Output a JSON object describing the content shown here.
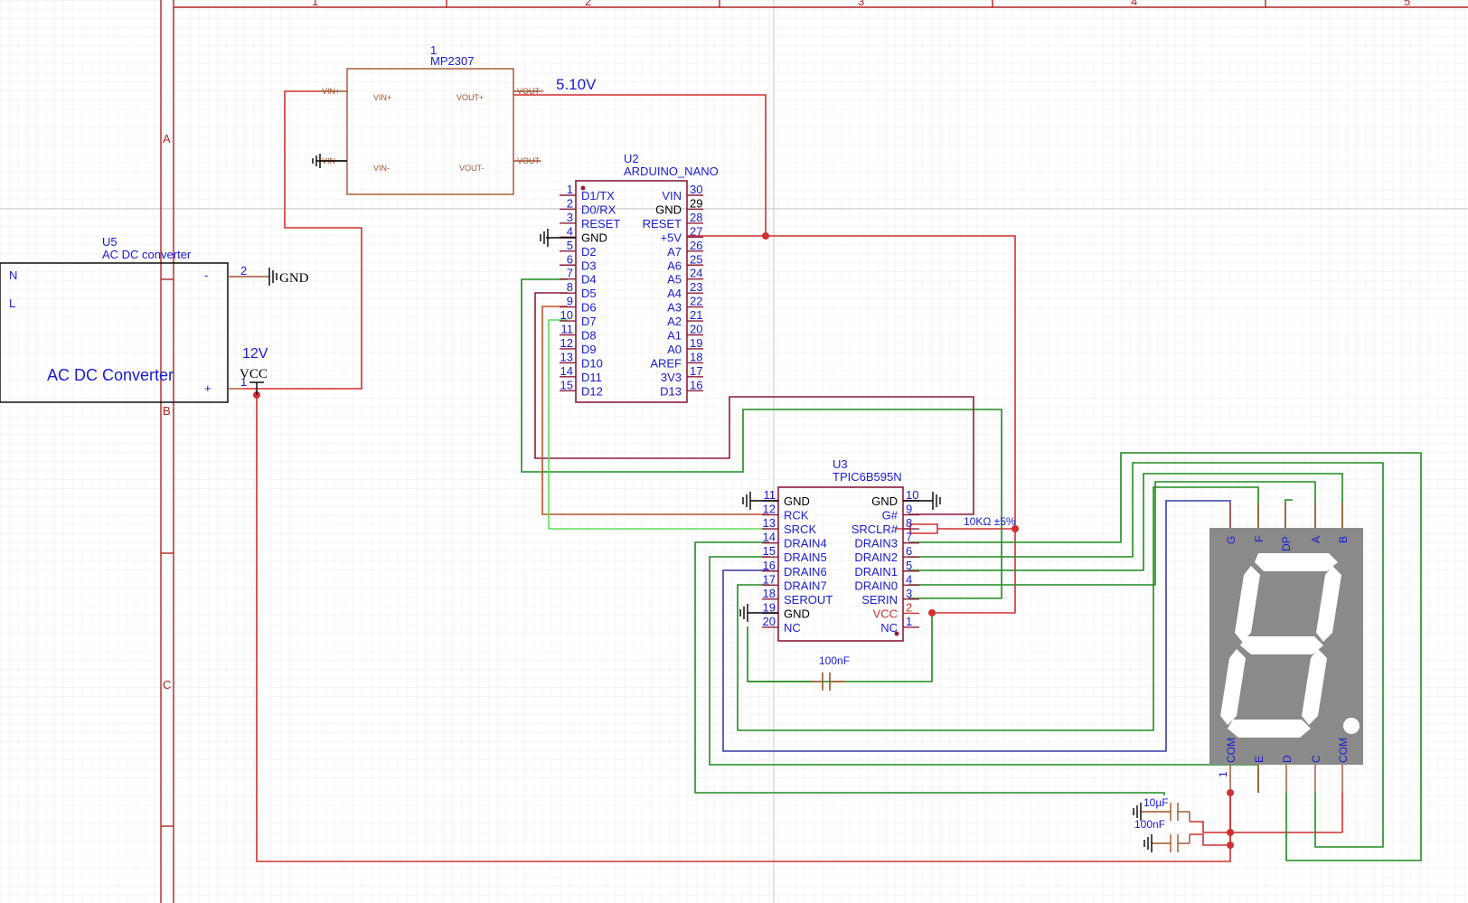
{
  "frame": {
    "columns": [
      "1",
      "2",
      "3",
      "4",
      "5"
    ],
    "rows": [
      "A",
      "B",
      "C"
    ]
  },
  "regulator": {
    "ref": "1",
    "part": "MP2307",
    "pins": {
      "vin_plus_outer": "VIN+",
      "vin_plus_inner": "VIN+",
      "vout_plus_inner": "VOUT+",
      "vout_plus_outer": "VOUT+",
      "vin_minus_outer": "VIN-",
      "vin_minus_inner": "VIN-",
      "vout_minus_inner": "VOUT-",
      "vout_minus_outer": "VOUT-"
    },
    "output_net": "5.10V"
  },
  "converter": {
    "ref": "U5",
    "part": "AC DC converter",
    "label": "AC DC Converter",
    "left_pins": [
      "N",
      "L"
    ],
    "pin_minus_num": "2",
    "pin_minus_sign": "-",
    "pin_plus_num": "1",
    "pin_plus_sign": "+",
    "gnd_label": "GND",
    "supply_net": "12V",
    "vcc_label": "VCC"
  },
  "arduino": {
    "ref": "U2",
    "part": "ARDUINO_NANO",
    "left_pins": [
      {
        "num": "1",
        "name": "D1/TX"
      },
      {
        "num": "2",
        "name": "D0/RX"
      },
      {
        "num": "3",
        "name": "RESET"
      },
      {
        "num": "4",
        "name": "GND"
      },
      {
        "num": "5",
        "name": "D2"
      },
      {
        "num": "6",
        "name": "D3"
      },
      {
        "num": "7",
        "name": "D4"
      },
      {
        "num": "8",
        "name": "D5"
      },
      {
        "num": "9",
        "name": "D6"
      },
      {
        "num": "10",
        "name": "D7"
      },
      {
        "num": "11",
        "name": "D8"
      },
      {
        "num": "12",
        "name": "D9"
      },
      {
        "num": "13",
        "name": "D10"
      },
      {
        "num": "14",
        "name": "D11"
      },
      {
        "num": "15",
        "name": "D12"
      }
    ],
    "right_pins": [
      {
        "num": "30",
        "name": "VIN"
      },
      {
        "num": "29",
        "name": "GND"
      },
      {
        "num": "28",
        "name": "RESET"
      },
      {
        "num": "27",
        "name": "+5V"
      },
      {
        "num": "26",
        "name": "A7"
      },
      {
        "num": "25",
        "name": "A6"
      },
      {
        "num": "24",
        "name": "A5"
      },
      {
        "num": "23",
        "name": "A4"
      },
      {
        "num": "22",
        "name": "A3"
      },
      {
        "num": "21",
        "name": "A2"
      },
      {
        "num": "20",
        "name": "A1"
      },
      {
        "num": "19",
        "name": "A0"
      },
      {
        "num": "18",
        "name": "AREF"
      },
      {
        "num": "17",
        "name": "3V3"
      },
      {
        "num": "16",
        "name": "D13"
      }
    ]
  },
  "shift_register": {
    "ref": "U3",
    "part": "TPIC6B595N",
    "left_pins": [
      {
        "num": "11",
        "name": "GND"
      },
      {
        "num": "12",
        "name": "RCK"
      },
      {
        "num": "13",
        "name": "SRCK"
      },
      {
        "num": "14",
        "name": "DRAIN4"
      },
      {
        "num": "15",
        "name": "DRAIN5"
      },
      {
        "num": "16",
        "name": "DRAIN6"
      },
      {
        "num": "17",
        "name": "DRAIN7"
      },
      {
        "num": "18",
        "name": "SEROUT"
      },
      {
        "num": "19",
        "name": "GND"
      },
      {
        "num": "20",
        "name": "NC"
      }
    ],
    "right_pins": [
      {
        "num": "10",
        "name": "GND"
      },
      {
        "num": "9",
        "name": "G#"
      },
      {
        "num": "8",
        "name": "SRCLR#"
      },
      {
        "num": "7",
        "name": "DRAIN3"
      },
      {
        "num": "6",
        "name": "DRAIN2"
      },
      {
        "num": "5",
        "name": "DRAIN1"
      },
      {
        "num": "4",
        "name": "DRAIN0"
      },
      {
        "num": "3",
        "name": "SERIN"
      },
      {
        "num": "2",
        "name": "VCC"
      },
      {
        "num": "1",
        "name": "NC"
      }
    ]
  },
  "resistor": {
    "value": "10KΩ ±5%"
  },
  "decoupling_cap": {
    "value": "100nF"
  },
  "display": {
    "top_pins": [
      "G",
      "F",
      "DP",
      "A",
      "B"
    ],
    "bottom_pins": [
      "COM",
      "E",
      "D",
      "C",
      "COM"
    ],
    "pin_one": "1"
  },
  "bulk_caps": {
    "c1": "10µF",
    "c2": "100nF"
  },
  "colors": {
    "component": "#a0522d",
    "power_wire": "#d32f2f",
    "signal_wire_green": "#1e8c1e",
    "signal_wire_lime": "#5ade5a",
    "signal_wire_maroon": "#8e1a3c",
    "signal_wire_orange": "#c0522d",
    "signal_wire_blue": "#3a3aa8",
    "pin_label": "#1a1ad6",
    "display_body": "#8a8a8a"
  }
}
